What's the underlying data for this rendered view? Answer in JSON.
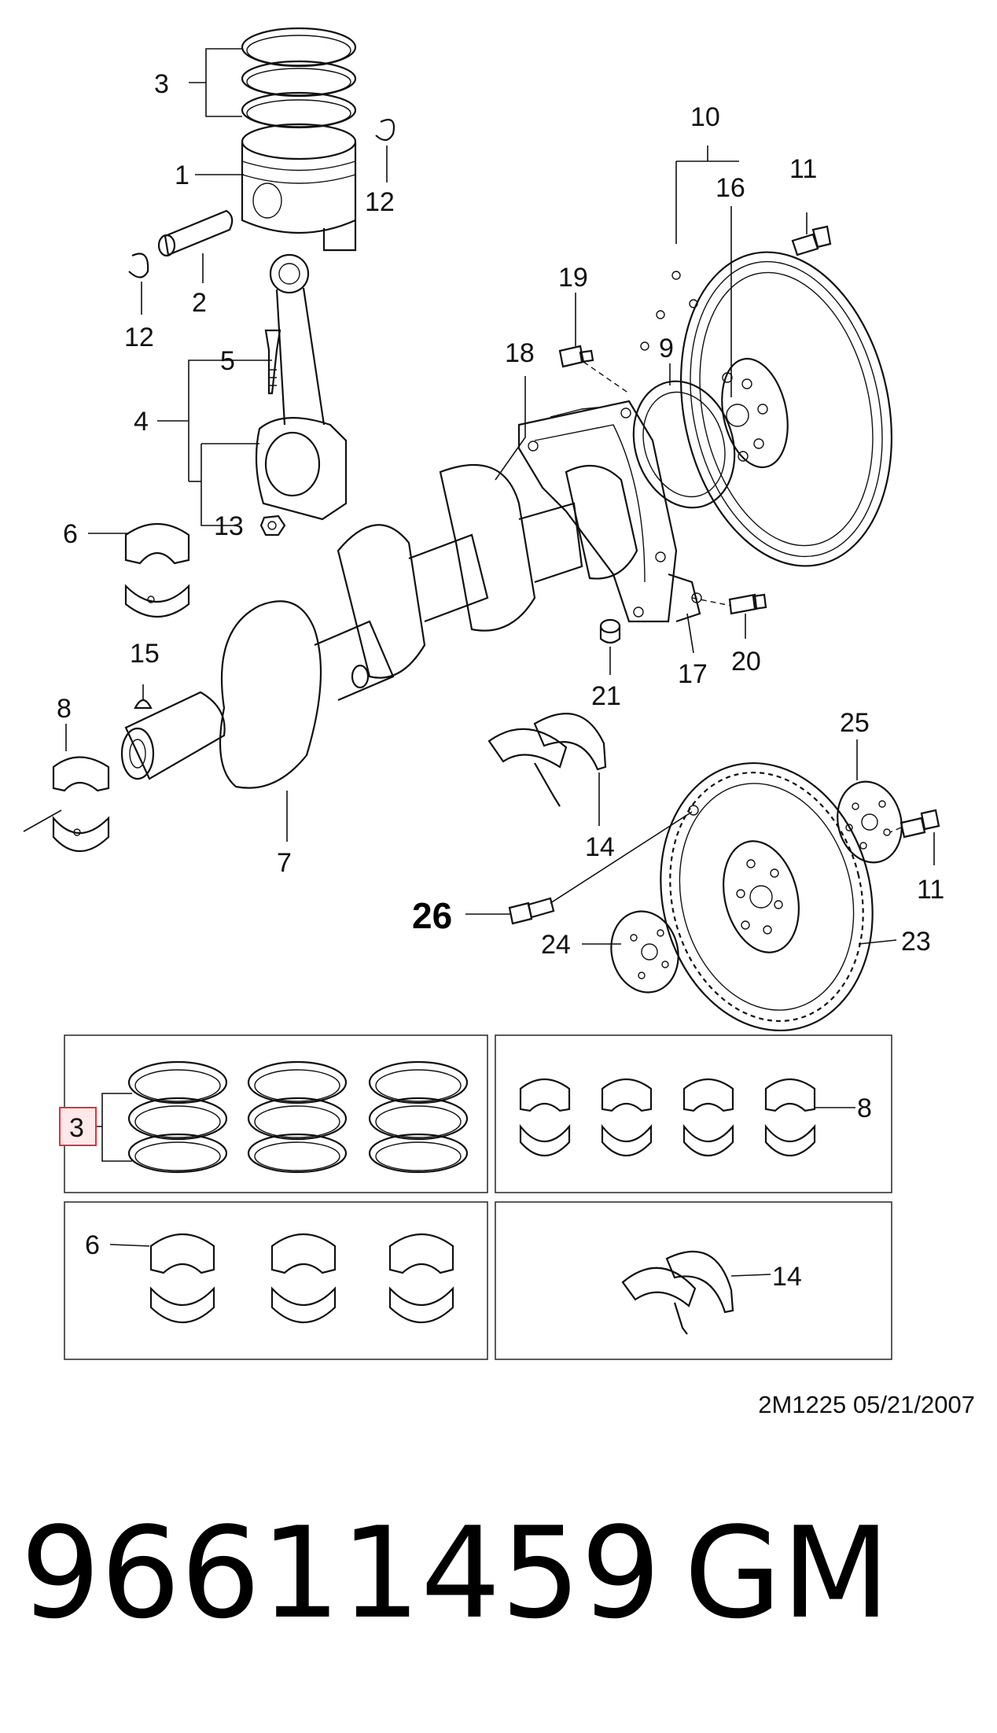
{
  "diagram": {
    "callouts": {
      "c1": "1",
      "c2": "2",
      "c3": "3",
      "c4": "4",
      "c5": "5",
      "c6": "6",
      "c7": "7",
      "c8": "8",
      "c9": "9",
      "c10": "10",
      "c11a": "11",
      "c11b": "11",
      "c12a": "12",
      "c12b": "12",
      "c13": "13",
      "c14": "14",
      "c15": "15",
      "c16": "16",
      "c17": "17",
      "c18": "18",
      "c19": "19",
      "c20": "20",
      "c21": "21",
      "c23": "23",
      "c24": "24",
      "c25": "25",
      "c26": "26"
    },
    "kits": {
      "rings_label": "3",
      "main_bearing_label": "8",
      "rod_bearing_label": "6",
      "thrust_label": "14"
    },
    "highlighted_callout": "3",
    "stamp": "2M1225  05/21/2007"
  },
  "footer": {
    "part_number": "96611459",
    "brand": "GM"
  },
  "colors": {
    "highlight_border": "#d9343a",
    "highlight_fill": "#fde9ea",
    "line": "#111111"
  }
}
